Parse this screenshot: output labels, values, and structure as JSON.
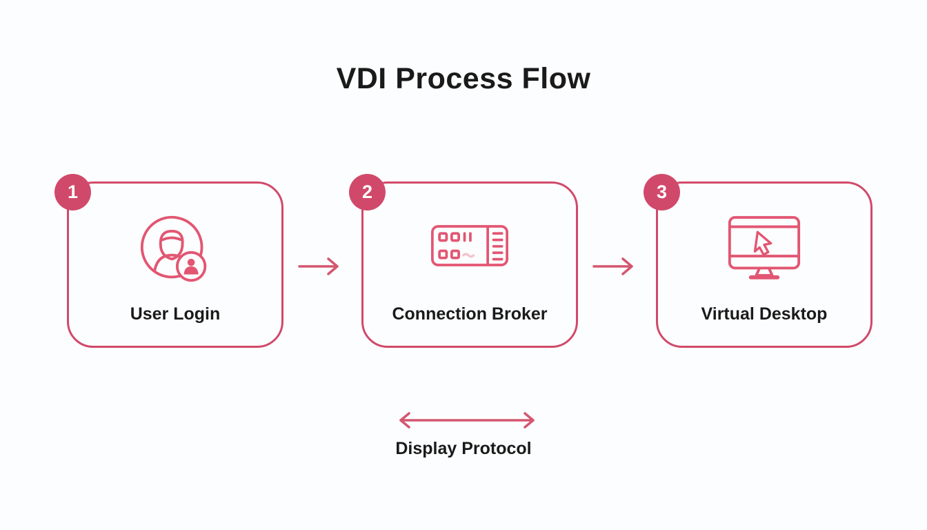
{
  "title": "VDI Process Flow",
  "colors": {
    "accent": "#d1496a",
    "icon_accent": "#e25672",
    "arrow": "#d4566f",
    "text": "#1a1a1a",
    "badge_text": "#ffffff",
    "background": "#fcfdfe"
  },
  "steps": [
    {
      "number": "1",
      "label": "User Login",
      "icon": "user-icon"
    },
    {
      "number": "2",
      "label": "Connection Broker",
      "icon": "connection-broker-icon"
    },
    {
      "number": "3",
      "label": "Virtual Desktop",
      "icon": "virtual-desktop-icon"
    }
  ],
  "connectors": [
    {
      "icon": "arrow-right-icon"
    },
    {
      "icon": "arrow-right-icon"
    }
  ],
  "footer": {
    "label": "Display Protocol",
    "icon": "bidirectional-arrow-icon"
  }
}
